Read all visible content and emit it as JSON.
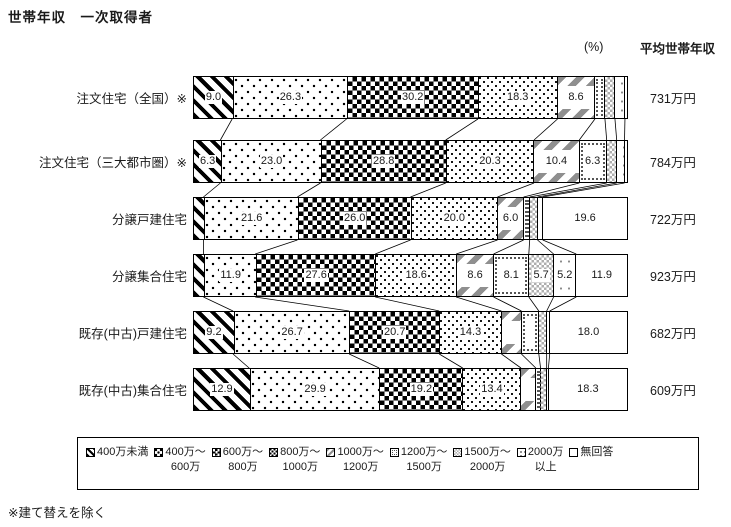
{
  "title": "世帯年収　一次取得者",
  "percent_label": "(%)",
  "average_header": "平均世帯年収",
  "footnote": "※建て替えを除く",
  "legend": {
    "items": [
      {
        "label_line1": "400万未満",
        "label_line2": "",
        "pattern": "diag-bold"
      },
      {
        "label_line1": "400万～",
        "label_line2": "600万",
        "pattern": "dots-sparse"
      },
      {
        "label_line1": "600万～",
        "label_line2": "800万",
        "pattern": "checker-black"
      },
      {
        "label_line1": "800万～",
        "label_line2": "1000万",
        "pattern": "dots-fine"
      },
      {
        "label_line1": "1000万～",
        "label_line2": "1200万",
        "pattern": "dash-gray"
      },
      {
        "label_line1": "1200万～",
        "label_line2": "1500万",
        "pattern": "dotted-box"
      },
      {
        "label_line1": "1500万～",
        "label_line2": "2000万",
        "pattern": "checker-gray"
      },
      {
        "label_line1": "2000万",
        "label_line2": "以上",
        "pattern": "dots-tiny"
      },
      {
        "label_line1": "無回答",
        "label_line2": "",
        "pattern": "white"
      }
    ]
  },
  "chart_data": {
    "type": "bar",
    "subtype": "horizontal-stacked",
    "unit": "%",
    "axis_range": [
      0,
      100
    ],
    "bands": [
      "400万未満",
      "400万～600万",
      "600万～800万",
      "800万～1000万",
      "1000万～1200万",
      "1200万～1500万",
      "1500万～2000万",
      "2000万以上",
      "無回答"
    ],
    "rows": [
      {
        "category": "注文住宅（全国）※",
        "average": "731万円",
        "values": [
          9.0,
          26.3,
          30.2,
          18.3,
          8.6,
          2.3,
          2.3,
          2.3,
          0.7
        ],
        "labels": [
          "9.0",
          "26.3",
          "30.2",
          "18.3",
          "8.6",
          "",
          "",
          "",
          ""
        ]
      },
      {
        "category": "注文住宅（三大都市圏）※",
        "average": "784万円",
        "values": [
          6.3,
          23.0,
          28.8,
          20.3,
          10.4,
          6.3,
          2.3,
          1.8,
          0.8
        ],
        "labels": [
          "6.3",
          "23.0",
          "28.8",
          "20.3",
          "10.4",
          "6.3",
          "",
          "",
          ""
        ]
      },
      {
        "category": "分譲戸建住宅",
        "average": "722万円",
        "values": [
          2.4,
          21.6,
          26.0,
          20.0,
          6.0,
          1.4,
          1.8,
          1.2,
          19.6
        ],
        "labels": [
          "",
          "21.6",
          "26.0",
          "20.0",
          "6.0",
          "",
          "",
          "",
          "19.6"
        ]
      },
      {
        "category": "分譲集合住宅",
        "average": "923万円",
        "values": [
          2.4,
          11.9,
          27.6,
          18.6,
          8.6,
          8.1,
          5.7,
          5.2,
          11.9
        ],
        "labels": [
          "",
          "11.9",
          "27.6",
          "18.6",
          "8.6",
          "8.1",
          "5.7",
          "5.2",
          "11.9"
        ]
      },
      {
        "category": "既存(中古)戸建住宅",
        "average": "682万円",
        "values": [
          9.2,
          26.7,
          20.7,
          14.3,
          4.6,
          4.0,
          1.8,
          0.7,
          18.0
        ],
        "labels": [
          "9.2",
          "26.7",
          "20.7",
          "14.3",
          "",
          "",
          "",
          "",
          "18.0"
        ]
      },
      {
        "category": "既存(中古)集合住宅",
        "average": "609万円",
        "values": [
          12.9,
          29.9,
          19.2,
          13.4,
          3.4,
          1.1,
          1.4,
          0.4,
          18.3
        ],
        "labels": [
          "12.9",
          "29.9",
          "19.2",
          "13.4",
          "",
          "",
          "",
          "",
          "18.3"
        ]
      }
    ]
  }
}
